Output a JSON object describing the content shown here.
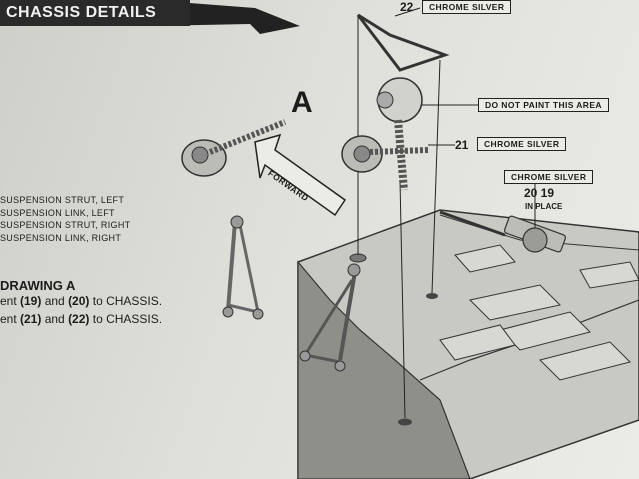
{
  "header": {
    "title": "CHASSIS DETAILS"
  },
  "callouts": {
    "part22_number": "22",
    "part22_note": "CHROME SILVER",
    "paint_note": "DO NOT PAINT THIS AREA",
    "part21_number": "21",
    "part21_note": "CHROME SILVER",
    "part2019_note": "CHROME SILVER",
    "part2019_numbers": "20 19",
    "in_place": "IN PLACE"
  },
  "drawing_marker": "A",
  "forward_label": "FORWARD",
  "parts_list": [
    "SUSPENSION STRUT, LEFT",
    "SUSPENSION LINK, LEFT",
    "SUSPENSION STRUT, RIGHT",
    "SUSPENSION LINK, RIGHT"
  ],
  "drawing_title": "DRAWING A",
  "instructions": [
    {
      "pre": "ent ",
      "num": "(19)",
      "mid": " and ",
      "num2": "(20)",
      "post": " to CHASSIS."
    },
    {
      "pre": "ent ",
      "num": "(21)",
      "mid": " and ",
      "num2": "(22)",
      "post": " to CHASSIS."
    }
  ],
  "colors": {
    "ink": "#1c1c1c",
    "paper": "#e0e0db",
    "header_bg": "#2a2a2a"
  }
}
